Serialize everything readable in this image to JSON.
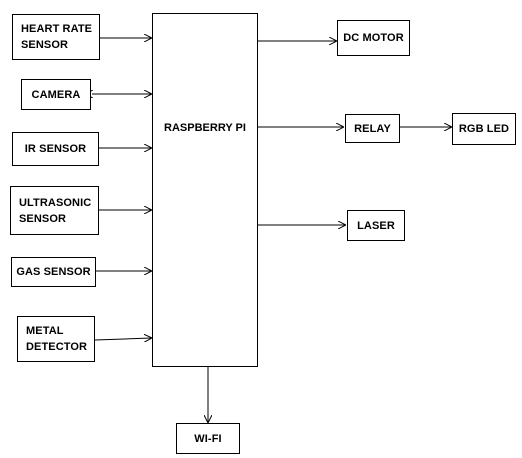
{
  "diagram": {
    "center": "RASPBERRY PI",
    "inputs": {
      "heart_rate_sensor": [
        "HEART RATE",
        "SENSOR"
      ],
      "camera": "CAMERA",
      "ir_sensor": "IR SENSOR",
      "ultrasonic_sensor": [
        "ULTRASONIC",
        "SENSOR"
      ],
      "gas_sensor": "GAS SENSOR",
      "metal_detector": [
        "METAL",
        "DETECTOR"
      ]
    },
    "outputs": {
      "dc_motor": "DC MOTOR",
      "relay": "RELAY",
      "rgb_led": "RGB LED",
      "laser": "LASER",
      "wifi": "WI-FI"
    },
    "colors": {
      "line": "#000000",
      "box_fill": "#ffffff",
      "text": "#000000"
    }
  }
}
